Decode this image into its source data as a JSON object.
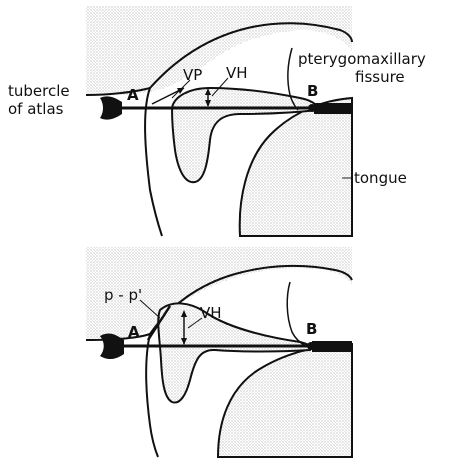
{
  "labels": {
    "tubercle_line1": "tubercle",
    "tubercle_line2": "of atlas",
    "point_a_top": "A",
    "point_b_top": "B",
    "vp": "VP",
    "vh_top": "VH",
    "pterygo_line1": "pterygomaxillary",
    "pterygo_line2": "fissure",
    "tongue": "tongue",
    "pp_prime": "p - p'",
    "vh_bottom": "VH",
    "point_a_bottom": "A",
    "point_b_bottom": "B"
  },
  "colors": {
    "ink": "#111111",
    "stipple": "#9a9a9a",
    "background": "#ffffff"
  }
}
